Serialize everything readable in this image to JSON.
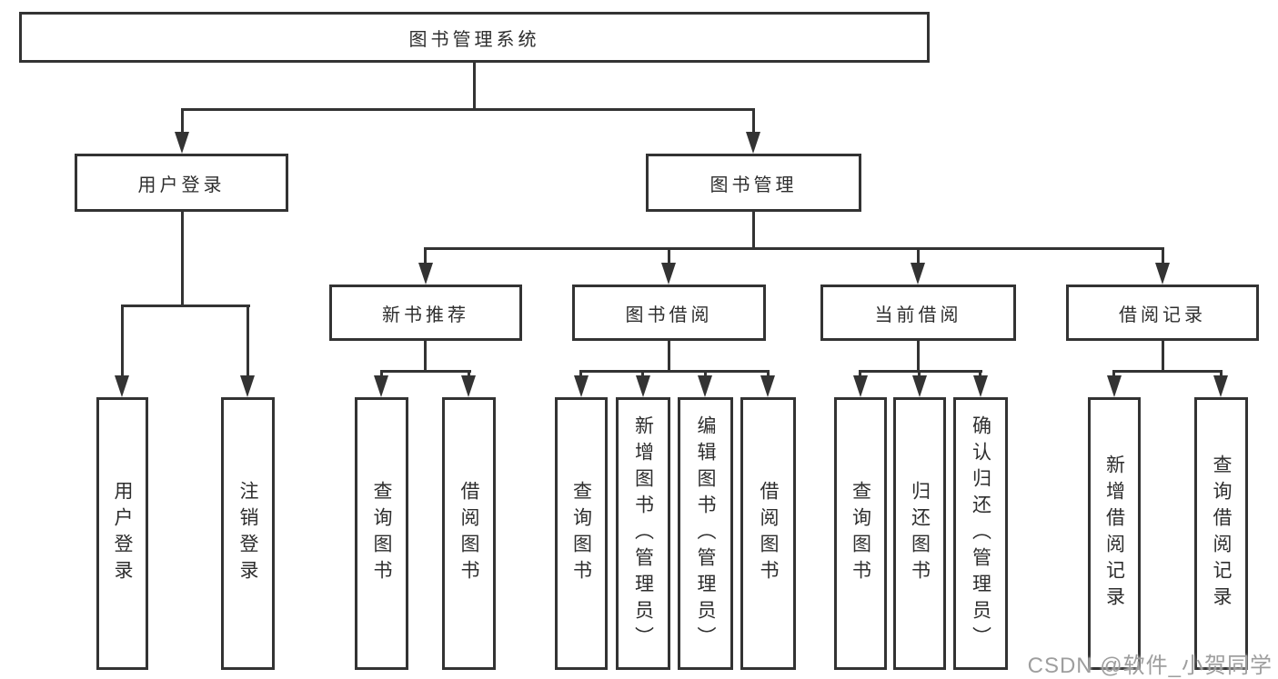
{
  "diagram_title": "图书管理系统",
  "nodes": {
    "root": "图书管理系统",
    "level2": {
      "user_login": "用户登录",
      "book_management": "图书管理"
    },
    "level3": {
      "new_book_recommend": "新书推荐",
      "book_borrow": "图书借阅",
      "current_borrow": "当前借阅",
      "borrow_records": "借阅记录"
    },
    "leaves": {
      "user_login": "用户登录",
      "logout": "注销登录",
      "recommend_query_books": "查询图书",
      "recommend_borrow_books": "借阅图书",
      "borrow_query_books": "查询图书",
      "borrow_add_books": "新增图书（管理员）",
      "borrow_edit_books": "编辑图书（管理员）",
      "borrow_borrow_books": "借阅图书",
      "current_query_books": "查询图书",
      "current_return_books": "归还图书",
      "current_confirm_return": "确认归还（管理员）",
      "records_add_record": "新增借阅记录",
      "records_query_record": "查询借阅记录"
    }
  },
  "watermark": "CSDN @软件_小贺同学",
  "colors": {
    "line": "#333333",
    "box_border": "#333333",
    "box_fill": "#ffffff",
    "text": "#2e2e2e",
    "watermark": "#9e9e9e"
  }
}
